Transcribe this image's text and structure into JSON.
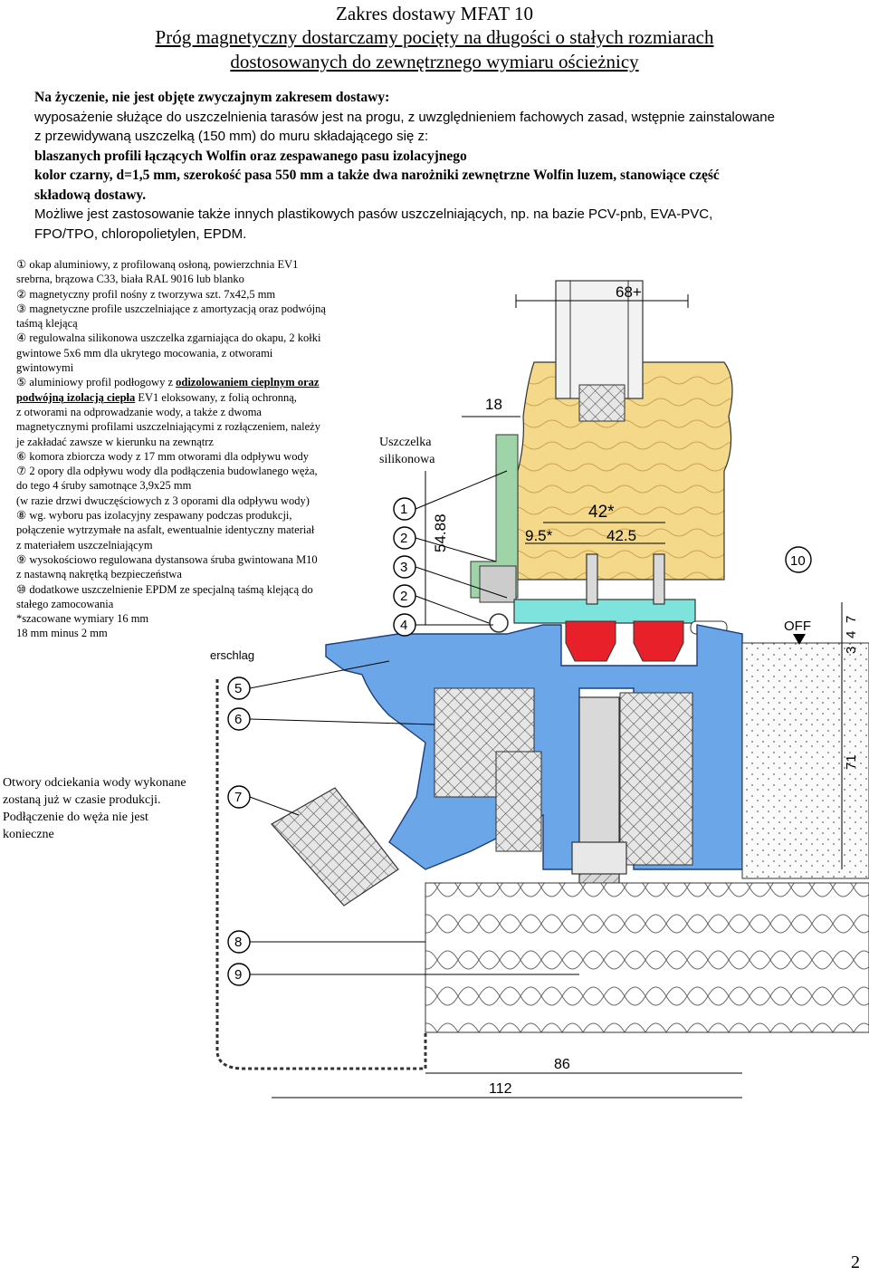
{
  "header": {
    "title": "Zakres dostawy MFAT 10",
    "subtitle_line1": "Próg magnetyczny dostarczamy pocięty na długości o stałych rozmiarach",
    "subtitle_line2": "dostosowanych do zewnętrznego wymiaru ościeżnicy"
  },
  "intro": {
    "l1": "Na życzenie, nie jest objęte zwyczajnym zakresem dostawy:",
    "l2": "wyposażenie służące do uszczelnienia tarasów jest na progu, z uwzględnieniem fachowych zasad, wstępnie zainstalowane",
    "l3": "z przewidywaną uszczelką (150 mm) do muru składającego się z:",
    "l4": "blaszanych profili łączących Wolfin oraz zespawanego pasu izolacyjnego",
    "l5": "kolor czarny, d=1,5 mm, szerokość pasa 550 mm a także dwa narożniki zewnętrzne Wolfin luzem, stanowiące część",
    "l6": "składową dostawy.",
    "l7": "Możliwe jest zastosowanie także innych plastikowych pasów uszczelniających, np. na bazie PCV-pnb, EVA-PVC,",
    "l8": "FPO/TPO, chloropolietylen, EPDM."
  },
  "legend": {
    "l1": "① okap aluminiowy, z profilowaną osłoną, powierzchnia EV1",
    "l2": "srebrna, brązowa C33, biała RAL 9016 lub blanko",
    "l3": "② magnetyczny profil nośny z tworzywa szt. 7x42,5 mm",
    "l4": "③ magnetyczne profile uszczelniające z amortyzacją oraz podwójną",
    "l5": "taśmą klejącą",
    "l6": "④ regulowalna silikonowa uszczelka zgarniająca do okapu,  2 kołki",
    "l7": "gwintowe 5x6 mm dla ukrytego mocowania, z otworami",
    "l8": "gwintowymi",
    "l9a": "⑤ aluminiowy profil podłogowy z ",
    "l9b": "odizolowaniem cieplnym  oraz",
    "l10a": "podwójną izolacją ciepła",
    "l10b": "  EV1 eloksowany, z folią ochronną,",
    "l11": "z otworami na odprowadzanie wody, a także z dwoma",
    "l12": "magnetycznymi profilami uszczelniającymi z rozłączeniem, należy",
    "l13": "je zakładać zawsze w kierunku na zewnątrz",
    "l14": "⑥ komora zbiorcza wody z 17 mm otworami dla odpływu wody",
    "l15": "⑦ 2 opory dla odpływu wody dla podłączenia budowlanego węża,",
    "l16": "do tego 4 śruby samotnące 3,9x25 mm",
    "l17": "    (w razie drzwi dwuczęściowych z 3 oporami dla odpływu wody)",
    "l18": "⑧ wg. wyboru pas izolacyjny zespawany podczas produkcji,",
    "l19": "połączenie wytrzymałe na asfalt, ewentualnie identyczny materiał",
    "l20": "z materiałem uszczelniającym",
    "l21": "⑨ wysokościowo regulowana dystansowa śruba gwintowana M10",
    "l22": "z nastawną nakrętką bezpieczeństwa",
    "l23": "⑩ dodatkowe uszczelnienie EPDM ze specjalną taśmą klejącą do",
    "l24": "stałego zamocowania",
    "l25": "*szacowane wymiary 16 mm",
    "l26": "18 mm minus 2 mm"
  },
  "seal_label": {
    "l1": "Uszczelka",
    "l2": "silikonowa"
  },
  "drain_note": {
    "l1": "Otwory odciekania wody wykonane",
    "l2": "zostaną już w czasie produkcji.",
    "l3": "Podłączenie do węża nie jest",
    "l4": "konieczne"
  },
  "drawing": {
    "dim_68": "68+",
    "dim_18": "18",
    "dim_42": "42*",
    "dim_9_5": "9.5*",
    "dim_42_5": "42.5",
    "dim_54_88": "54.88",
    "dim_10": "10",
    "dim_off": "OFF",
    "dim_7": "7",
    "dim_4": "4",
    "dim_3": "3",
    "dim_71": "71",
    "dim_86": "86",
    "dim_112": "112",
    "cut_label": "erschlag",
    "num_1": "1",
    "num_2": "2",
    "num_3": "3",
    "num_4": "4",
    "num_5": "5",
    "num_6": "6",
    "num_7": "7",
    "num_8": "8",
    "num_9": "9",
    "colors": {
      "wood": "#f5d98a",
      "aluminium": "#6aa6e8",
      "seal_red": "#e8202a",
      "cyan_plate": "#7fe3dd",
      "green_profile": "#9fd4a8"
    }
  },
  "page": {
    "number": "2"
  }
}
